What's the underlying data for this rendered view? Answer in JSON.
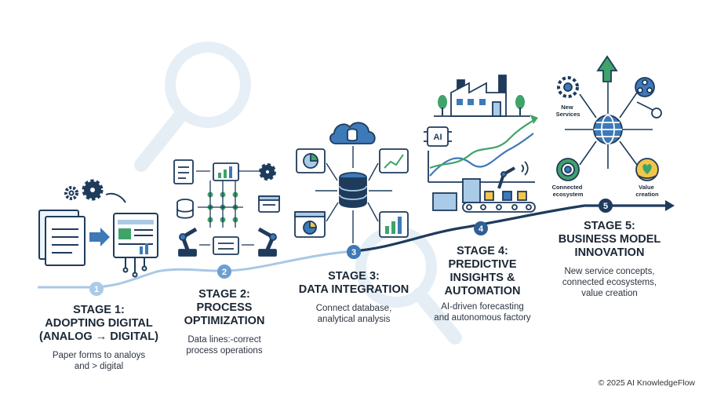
{
  "stages": [
    {
      "number": "1",
      "title_lines": [
        "STAGE 1:",
        "ADOPTING DIGITAL",
        "(ANALOG → DIGITAL)"
      ],
      "desc_lines": [
        "Paper forms to analoys",
        "and > digital"
      ]
    },
    {
      "number": "2",
      "title_lines": [
        "STAGE 2:",
        "PROCESS",
        "OPTIMIZATION"
      ],
      "desc_lines": [
        "Data lines:-correct",
        "process operations"
      ]
    },
    {
      "number": "3",
      "title_lines": [
        "STAGE 3:",
        "DATA INTEGRATION"
      ],
      "desc_lines": [
        "Connect database,",
        "analytical analysis"
      ]
    },
    {
      "number": "4",
      "title_lines": [
        "STAGE 4:",
        "PREDICTIVE",
        "INSIGHTS &",
        "AUTOMATION"
      ],
      "desc_lines": [
        "AI-driven forecasting",
        "and autonomous factory"
      ]
    },
    {
      "number": "5",
      "title_lines": [
        "STAGE 5:",
        "BUSINESS MODEL",
        "INNOVATION"
      ],
      "desc_lines": [
        "New service concepts,",
        "connected ecosystems,",
        "value creation"
      ]
    }
  ],
  "ai_chip_label": "AI",
  "stage5_nodes": {
    "new_services": [
      "New",
      "Services"
    ],
    "connected": [
      "Connected",
      "ecosystem"
    ],
    "value": [
      "Value",
      "creation"
    ]
  },
  "footer": "© 2025 AI KnowledgeFlow",
  "colors": {
    "navy": "#1f3b5c",
    "blue": "#3e79b8",
    "light_blue": "#aacbe8",
    "green": "#3fa36a",
    "yellow": "#f2c54b"
  }
}
